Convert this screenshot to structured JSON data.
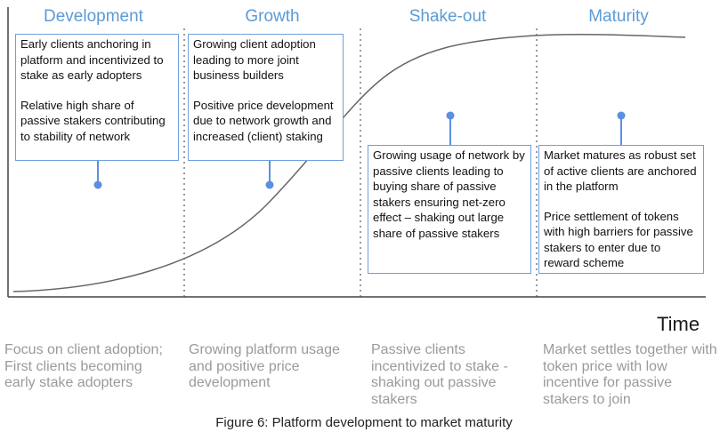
{
  "phases": [
    {
      "title": "Development",
      "box_lines": [
        "Early clients anchoring  in platform and incentivized to stake as early adopters",
        "Relative high share of passive stakers contributing to stability of network"
      ],
      "caption": "Focus on client adoption; First clients becoming early stake adopters"
    },
    {
      "title": "Growth",
      "box_lines": [
        "Growing client adoption leading to more joint business builders",
        "Positive price development due to network growth and increased (client) staking"
      ],
      "caption": "Growing platform usage and positive price development"
    },
    {
      "title": "Shake-out",
      "box_lines": [
        "Growing usage of network by passive clients leading to buying share of passive stakers ensuring net-zero effect – shaking out large share of passive stakers"
      ],
      "caption": "Passive clients incentivized to stake - shaking out passive stakers"
    },
    {
      "title": "Maturity",
      "box_lines": [
        "Market matures as robust set of active clients are anchored in the platform",
        "Price settlement of tokens with high barriers for passive stakers to enter due to reward scheme"
      ],
      "caption": "Market settles together with token price with low incentive for passive stakers to join"
    }
  ],
  "axis": {
    "x_label": "Time"
  },
  "figure_caption": "Figure 6: Platform development to market maturity",
  "colors": {
    "accent": "#5b9bd5",
    "box_border": "#6f9fe0",
    "connector": "#5b8fe0",
    "curve": "#666666",
    "caption": "#9a9a9a"
  }
}
